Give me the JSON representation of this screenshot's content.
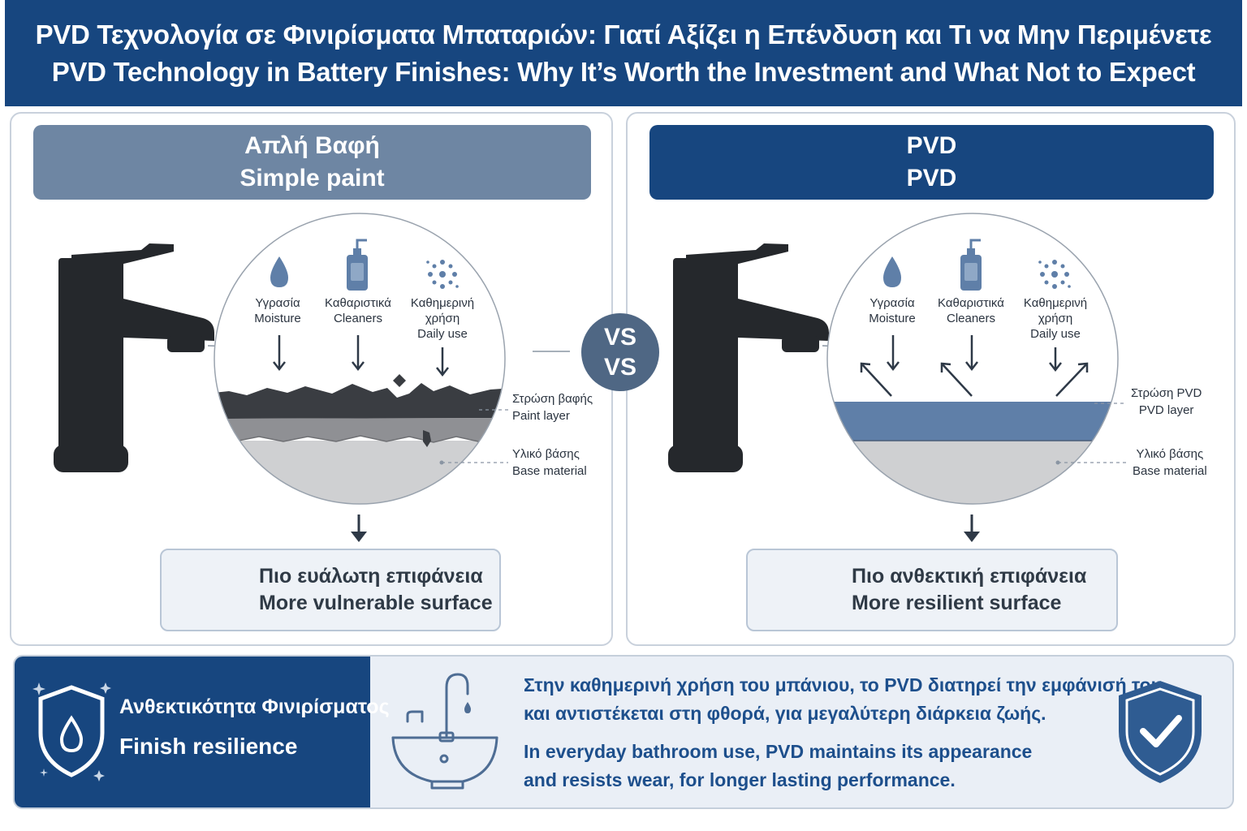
{
  "header": {
    "title_el": "PVD Τεχνολογία σε Φινιρίσματα Μπαταριών: Γιατί Αξίζει η Επένδυση και Τι να Μην Περιμένετε",
    "title_en": "PVD Technology in Battery Finishes: Why It’s Worth the Investment and What Not to Expect"
  },
  "left_panel": {
    "title_el": "Απλή Βαφή",
    "title_en": "Simple paint",
    "stimuli": [
      {
        "icon": "droplet-icon",
        "label_el": "Υγρασία",
        "label_en": "Moisture"
      },
      {
        "icon": "soap-bottle-icon",
        "label_el": "Καθαριστικά",
        "label_en": "Cleaners"
      },
      {
        "icon": "particles-icon",
        "label_el": "Καθημερινή χρήση",
        "label_en": "Daily use"
      }
    ],
    "layer_top_el": "Στρώση βαφής",
    "layer_top_en": "Paint layer",
    "layer_base_el": "Υλικό βάσης",
    "layer_base_en": "Base material",
    "result_icon": "warning-icon",
    "result_el": "Πιο ευάλωτη επιφάνεια",
    "result_en": "More vulnerable surface"
  },
  "right_panel": {
    "title_el": "PVD",
    "title_en": "PVD",
    "stimuli": [
      {
        "icon": "droplet-icon",
        "label_el": "Υγρασία",
        "label_en": "Moisture"
      },
      {
        "icon": "soap-bottle-icon",
        "label_el": "Καθαριστικά",
        "label_en": "Cleaners"
      },
      {
        "icon": "particles-icon",
        "label_el": "Καθημερινή χρήση",
        "label_en": "Daily use"
      }
    ],
    "layer_top_el": "Στρώση PVD",
    "layer_top_en": "PVD layer",
    "layer_base_el": "Υλικό βάσης",
    "layer_base_en": "Base material",
    "result_icon": "shield-check-icon",
    "result_el": "Πιο ανθεκτική επιφάνεια",
    "result_en": "More resilient surface"
  },
  "vs": {
    "line1": "VS",
    "line2": "VS"
  },
  "bottom": {
    "label_el": "Ανθεκτικότητα Φινιρίσματος",
    "label_en": "Finish resilience",
    "text_el_1": "Στην καθημερινή χρήση του μπάνιου, το PVD διατηρεί την εμφάνισή του",
    "text_el_2": "και αντιστέκεται στη φθορά, για μεγαλύτερη διάρκεια ζωής.",
    "text_en_1": "In everyday bathroom use, PVD maintains its appearance",
    "text_en_2": "and resists wear, for longer lasting performance."
  },
  "colors": {
    "navy": "#17467f",
    "slate": "#6e86a3",
    "pvd_layer": "#5f7fa8",
    "paint_layer": "#3a3d42",
    "base_material": "#cfd0d2",
    "faucet": "#25282c"
  }
}
